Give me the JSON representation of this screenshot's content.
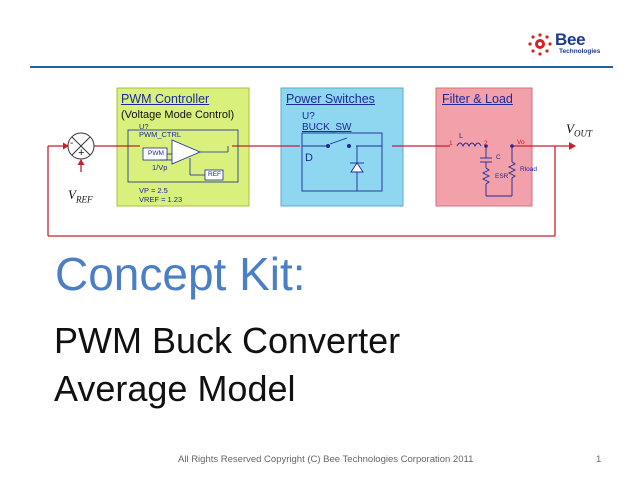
{
  "logo": {
    "brand": "Bee",
    "tagline": "Technologies",
    "accent": "#d7201f",
    "brand_color": "#1a3a8c"
  },
  "diagram": {
    "pwm_controller": {
      "title": "PWM Controller",
      "subtitle": "(Voltage Mode Control)",
      "ref": "U?",
      "part": "PWM_CTRL",
      "pwm_label": "PWM",
      "gain_label": "1/Vp",
      "ref_label": "REF",
      "params": [
        "VP = 2.5",
        "VREF = 1.23"
      ],
      "fill": "#d9f07d"
    },
    "power_switches": {
      "title": "Power Switches",
      "ref": "U?",
      "part": "BUCK_SW",
      "d_label": "D",
      "fill": "#8fd6f0"
    },
    "filter_load": {
      "title": "Filter & Load",
      "inductor": "L",
      "pin1": "1",
      "pin2": "2",
      "vo": "Vo",
      "capacitor": "C",
      "esr": "ESR",
      "load": "Rload",
      "fill": "#f2a0aa"
    },
    "summer": {
      "plus": "+",
      "minus": "-"
    },
    "vout": {
      "main": "V",
      "sub": "OUT"
    },
    "vref": {
      "main": "V",
      "sub": "REF"
    }
  },
  "title": {
    "line1": "Concept Kit:",
    "line2": "PWM Buck Converter",
    "line3": "Average Model"
  },
  "footer": "All Rights Reserved Copyright (C) Bee Technologies Corporation 2011",
  "page_number": "1"
}
